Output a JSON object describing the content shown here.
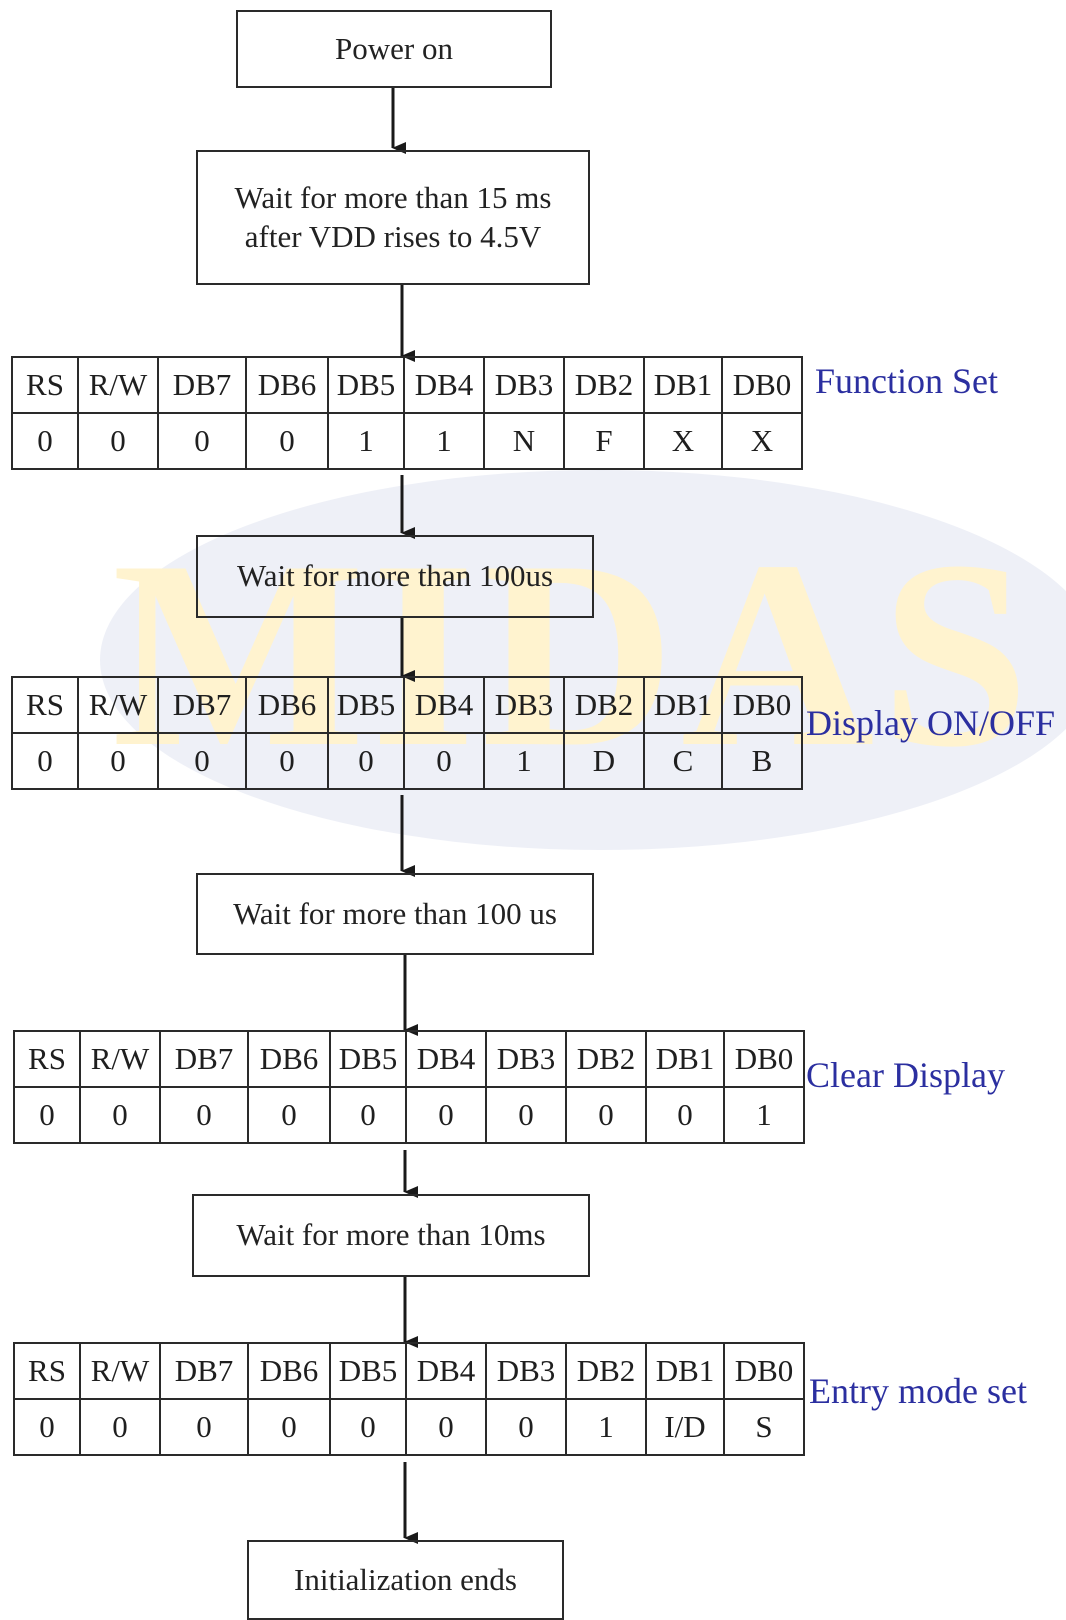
{
  "colors": {
    "label_color": "#2b2fa0",
    "watermark_text_color": "#fff3cf",
    "watermark_ellipse_color": "#e8ebf4",
    "line_color": "#2a2a2a"
  },
  "watermark": {
    "text": "MIDAS"
  },
  "steps": {
    "power_on": [
      "Power on"
    ],
    "wait_15ms": [
      "Wait for more than 15 ms",
      "after VDD rises to 4.5V"
    ],
    "wait_100us_a": [
      "Wait for more than 100us"
    ],
    "wait_100us_b": [
      "Wait for more than 100 us"
    ],
    "wait_10ms": [
      "Wait for more than 10ms"
    ],
    "init_ends": [
      "Initialization ends"
    ]
  },
  "register_headers": [
    "RS",
    "R/W",
    "DB7",
    "DB6",
    "DB5",
    "DB4",
    "DB3",
    "DB2",
    "DB1",
    "DB0"
  ],
  "registers": [
    {
      "label": "Function Set",
      "values": [
        "0",
        "0",
        "0",
        "0",
        "1",
        "1",
        "N",
        "F",
        "X",
        "X"
      ]
    },
    {
      "label": "Display ON/OFF",
      "values": [
        "0",
        "0",
        "0",
        "0",
        "0",
        "0",
        "1",
        "D",
        "C",
        "B"
      ]
    },
    {
      "label": "Clear Display",
      "values": [
        "0",
        "0",
        "0",
        "0",
        "0",
        "0",
        "0",
        "0",
        "0",
        "1"
      ]
    },
    {
      "label": "Entry mode set",
      "values": [
        "0",
        "0",
        "0",
        "0",
        "0",
        "0",
        "0",
        "1",
        "I/D",
        "S"
      ]
    }
  ]
}
